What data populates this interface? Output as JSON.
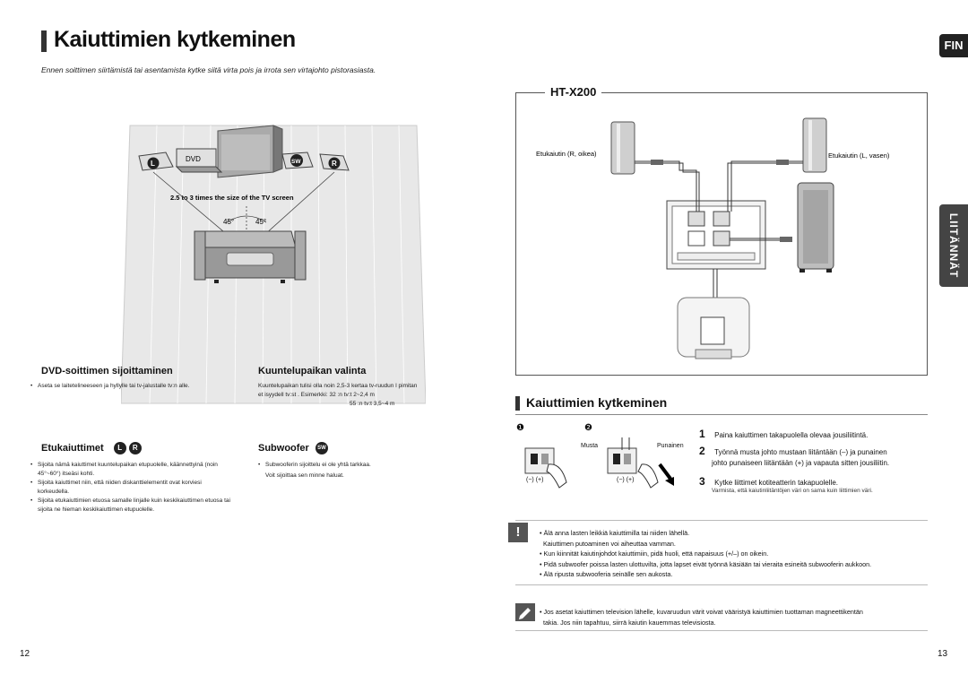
{
  "header": {
    "title": "Kaiuttimien kytkeminen",
    "subtitle": "Ennen soittimen siirtämistä tai asentamista kytke siitä virta pois ja irrota sen virtajohto pistorasiasta.",
    "lang_tab": "FIN",
    "side_tab": "LIITÄNNÄT"
  },
  "room": {
    "dvd_label": "DVD",
    "distance_label": "2.5 to 3 times the size of the TV screen",
    "angle_left": "45°",
    "angle_right": "45°",
    "badges": {
      "l": "L",
      "sw": "SW",
      "r": "R"
    }
  },
  "left": {
    "dvd_heading": "DVD-soittimen sijoittaminen",
    "dvd_bullets": [
      "Aseta se laitetelineeseen ja hyllylle tai tv-jalustalle tv:n alle."
    ],
    "listen_heading": "Kuuntelupaikan valinta",
    "listen_text1": "Kuuntelupaikan tulisi olla noin 2,5-3 kertaa tv-ruudun l pimitan",
    "listen_text2": "et isyydell  tv:st . Esimerkki: 32 :n tv:t  2~2,4 m",
    "listen_text3": "55 :n tv:t 3,5~4 m",
    "front_heading": "Etukaiuttimet",
    "front_badges": [
      "L",
      "R"
    ],
    "front_bullets": [
      "Sijoita nämä kaiuttimet kuuntelupaikan etupuolelle, käännettyinä (noin 45°~60°) itseäsi kohti.",
      "Sijoita kaiuttimet niin, että niiden diskanttielementit ovat korviesi korkeudella.",
      "Sijoita etukaiuttimien etuosa samalle linjalle kuin keskikaiuttimen etuosa tai sijoita ne hieman keskikaiuttimen etupuolelle."
    ],
    "sub_heading": "Subwoofer",
    "sub_badge": "SW",
    "sub_bullet": "Subwooferin sijoittelu ei ole yhtä tarkkaa.",
    "sub_text2": "Voit sijoittaa sen minne haluat."
  },
  "ht": {
    "model": "HT-X200",
    "front_right": "Etukaiutin (R, oikea)",
    "front_left": "Etukaiutin (L, vasen)"
  },
  "connect": {
    "heading": "Kaiuttimien kytkeminen",
    "fig1": "❶",
    "fig2": "❷",
    "musta": "Musta",
    "punainen": "Punainen",
    "polarity": "(−)  (+)",
    "steps": [
      {
        "num": "1",
        "text": "Paina kaiuttimen takapuolella olevaa jousiliitintä."
      },
      {
        "num": "2",
        "text": "Työnnä musta johto mustaan liitäntään (–) ja punainen",
        "text2": "johto punaiseen liitäntään (+) ja vapauta sitten jousiliitin."
      },
      {
        "num": "3",
        "text": "Kytke liittimet kotiteatterin takapuolelle.",
        "note": "Varmista, että kaiutinliitäntöjen väri on sama kuin liittimien väri."
      }
    ]
  },
  "warnings": {
    "icon": "!",
    "items": [
      "• Älä anna lasten leikkiä kaiuttimilla tai niiden lähellä.",
      "  Kaiuttimen putoaminen voi aiheuttaa vamman.",
      "• Kun kiinnität kaiutinjohdot kaiuttimiin, pidä huoli, että napaisuus (+/–) on oikein.",
      "• Pidä subwoofer poissa lasten ulottuvilta, jotta lapset eivät työnnä käsiään tai vieraita esineitä subwooferin aukkoon.",
      "• Älä ripusta subwooferia seinälle sen aukosta."
    ]
  },
  "note": {
    "items": [
      "• Jos asetat kaiuttimen television lähelle, kuvaruudun värit voivat vääristyä kaiuttimien tuottaman magneettikentän",
      "  takia. Jos niin tapahtuu, siirrä kaiutin kauemmas televisiosta."
    ]
  },
  "pages": {
    "left": "12",
    "right": "13"
  }
}
